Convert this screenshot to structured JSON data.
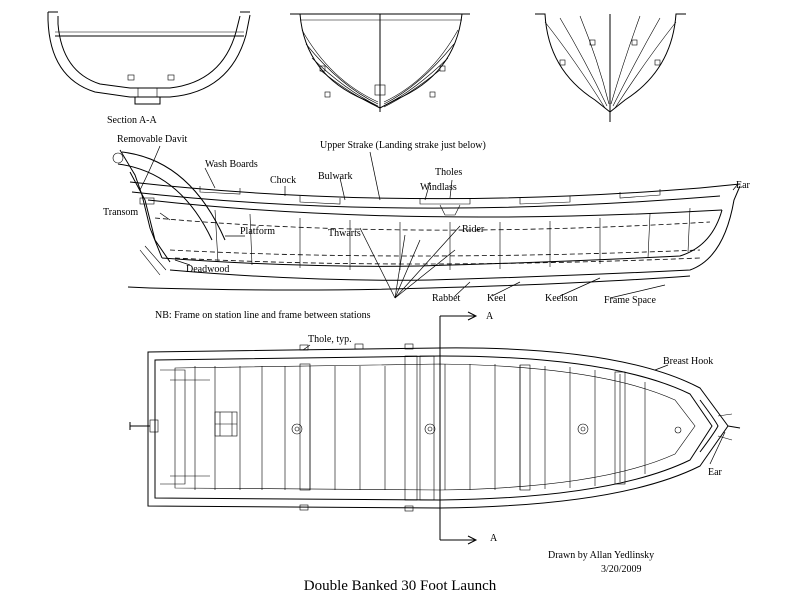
{
  "title": "Double Banked 30 Foot Launch",
  "credit": {
    "drawn_by": "Drawn by Allan Yedlinsky",
    "date": "3/20/2009"
  },
  "section_label": "Section A-A",
  "section_marker": "A",
  "note": "NB: Frame on station line and frame between stations",
  "labels": {
    "removable_davit": "Removable Davit",
    "upper_strake": "Upper Strake   (Landing strake just below)",
    "wash_boards": "Wash Boards",
    "chock": "Chock",
    "bulwark": "Bulwark",
    "tholes": "Tholes",
    "windlass": "Windlass",
    "ear": "Ear",
    "transom": "Transom",
    "platform": "Platform",
    "thwarts": "Thwarts",
    "rider": "Rider",
    "deadwood": "Deadwood",
    "rabbet": "Rabbet",
    "keel": "Keel",
    "keelson": "Keelson",
    "frame_space": "Frame Space",
    "thole_typ": "Thole, typ.",
    "breast_hook": "Breast Hook"
  }
}
